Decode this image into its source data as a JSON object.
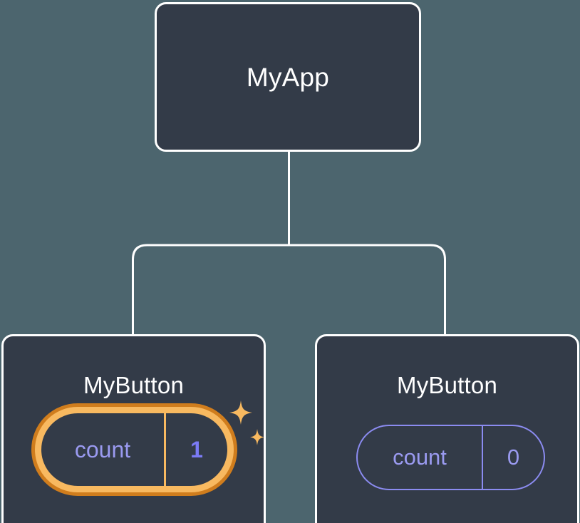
{
  "diagram": {
    "type": "component-tree",
    "title_semantic": "react-component-state-tree",
    "background_color": "#4c656e",
    "node_fill_color": "#333b48",
    "node_border_color": "#ffffff",
    "connector_color": "#ffffff",
    "highlight_outer_color": "#d07d1d",
    "highlight_inner_color": "#f8b960",
    "state_text_color": "#9a9af0",
    "state_value_highlight_color": "#7b7bf5",
    "sparkle_color": "#f8b960"
  },
  "root": {
    "label": "MyApp"
  },
  "children": [
    {
      "label": "MyButton",
      "state": {
        "key": "count",
        "value": "1"
      },
      "highlighted": true,
      "sparkle": true
    },
    {
      "label": "MyButton",
      "state": {
        "key": "count",
        "value": "0"
      },
      "highlighted": false,
      "sparkle": false
    }
  ],
  "edges": [
    {
      "from": "MyApp",
      "to": "MyButton (left)"
    },
    {
      "from": "MyApp",
      "to": "MyButton (right)"
    }
  ]
}
